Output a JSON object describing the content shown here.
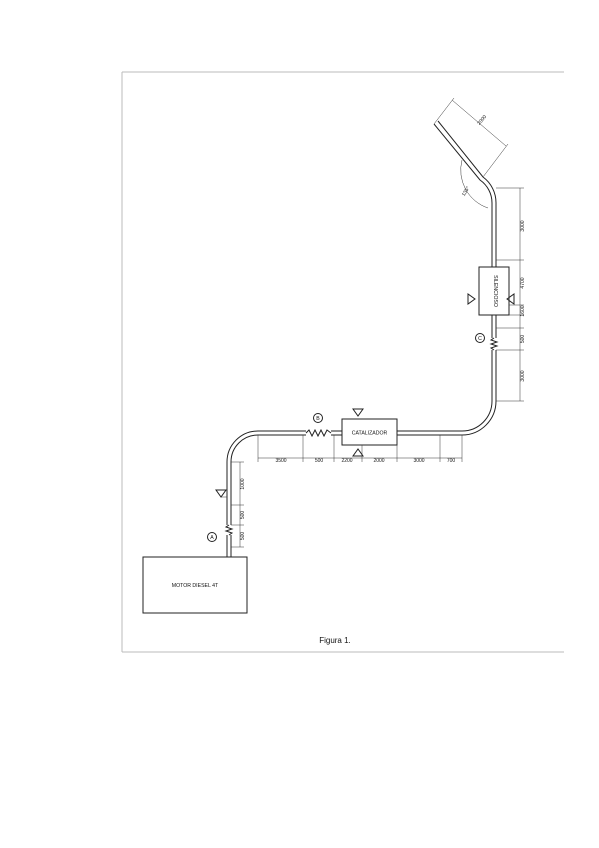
{
  "figure": {
    "caption": "Figura 1."
  },
  "components": {
    "engine": "MOTOR DIESEL 4T",
    "catalyst": "CATALIZADOR",
    "muffler": "SILENCIOSO"
  },
  "points": {
    "a": "A",
    "b": "B",
    "c": "C"
  },
  "dimensions": {
    "vertical_500_low": "500",
    "vertical_500_mid": "500",
    "vertical_1000": "1000",
    "horizontal_3500": "3500",
    "horizontal_500": "500",
    "horizontal_2200": "2200",
    "horizontal_2000": "2000",
    "horizontal_3000": "3000",
    "horizontal_700": "700",
    "right_3000_low": "3000",
    "right_500": "500",
    "right_1600": "1600",
    "right_4700": "4700",
    "right_3000_high": "3000",
    "outlet_2000": "2000",
    "angle_135": "135°"
  }
}
